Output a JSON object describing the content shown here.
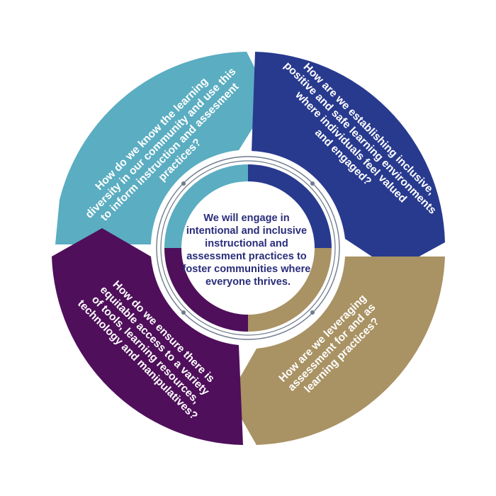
{
  "colors": {
    "teal": "#5badc1",
    "navy": "#283a8e",
    "tan": "#a99263",
    "purple": "#4f0f5b",
    "ring": "#6e7a8c",
    "center_text": "#2a2d7a"
  },
  "segments": {
    "top_left": {
      "lines": [
        "How do we know the learning",
        "diversity in our community and use this",
        "to inform instruction and assesment",
        "practices?"
      ]
    },
    "top_right": {
      "lines": [
        "How are we establishing inclusive,",
        "positive and safe learning environments",
        "where individuals feel valued",
        "and engaged?"
      ]
    },
    "bottom_right": {
      "lines": [
        "How are we leveraging",
        "assessment for and as",
        "learning practices?"
      ]
    },
    "bottom_left": {
      "lines": [
        "How do we ensure there is",
        "equitable access to a variety",
        "of tools, learning resources,",
        "technology and manipulatives?"
      ]
    }
  },
  "center": {
    "lines": [
      "We will engage in",
      "intentional and inclusive",
      "instructional and",
      "assessment practices to",
      "foster communities where",
      "everyone thrives."
    ]
  }
}
